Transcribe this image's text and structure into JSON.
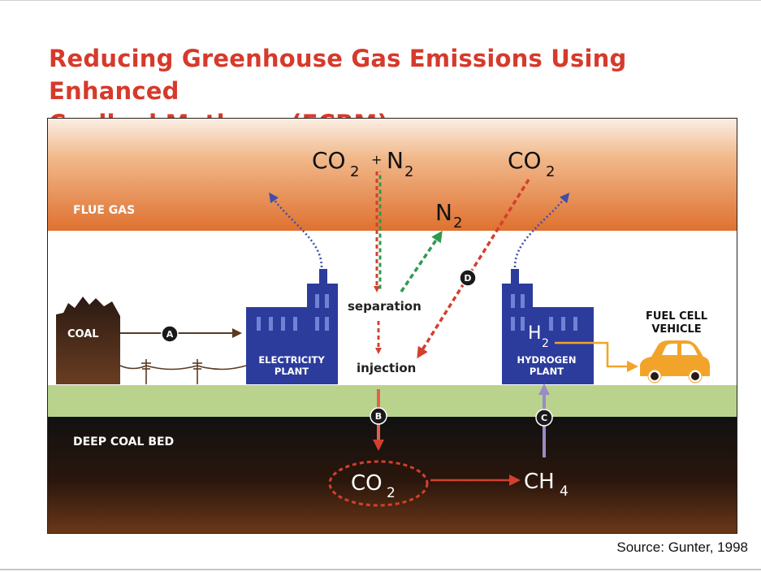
{
  "title": {
    "line1": "Reducing Greenhouse Gas Emissions Using Enhanced",
    "line2": "Coalbed Methane (ECBM)"
  },
  "layers": {
    "flue_gas": "FLUE GAS",
    "deep_coal_bed": "DEEP COAL BED"
  },
  "nodes": {
    "coal": "COAL",
    "electricity_plant_l1": "ELECTRICITY",
    "electricity_plant_l2": "PLANT",
    "hydrogen_plant_l1": "HYDROGEN",
    "hydrogen_plant_l2": "PLANT",
    "fuel_cell_l1": "FUEL CELL",
    "fuel_cell_l2": "VEHICLE",
    "separation": "separation",
    "injection": "injection"
  },
  "gases": {
    "co2_n2_main": "CO",
    "co2_n2_sub": "2",
    "plus": "+",
    "n2_main": "N",
    "n2_sub": "2",
    "co2_top_main": "CO",
    "co2_top_sub": "2",
    "n2_mid_main": "N",
    "n2_mid_sub": "2",
    "h2_main": "H",
    "h2_sub": "2",
    "co2_bed_main": "CO",
    "co2_bed_sub": "2",
    "ch4_main": "CH",
    "ch4_sub": "4"
  },
  "steps": {
    "a": "A",
    "b": "B",
    "c": "C",
    "d": "D"
  },
  "colors": {
    "title_red": "#d63a2b",
    "building_blue": "#2c3c9c",
    "flue_orange": "#e07a3a",
    "green_band": "#b9d38d",
    "car_orange": "#f2a42a",
    "arrow_red": "#d3402e",
    "arrow_green": "#2f9a4e",
    "arrow_blue": "#3f4ea8",
    "arrow_lavender": "#9a8cc4"
  },
  "source": "Source: Gunter, 1998"
}
